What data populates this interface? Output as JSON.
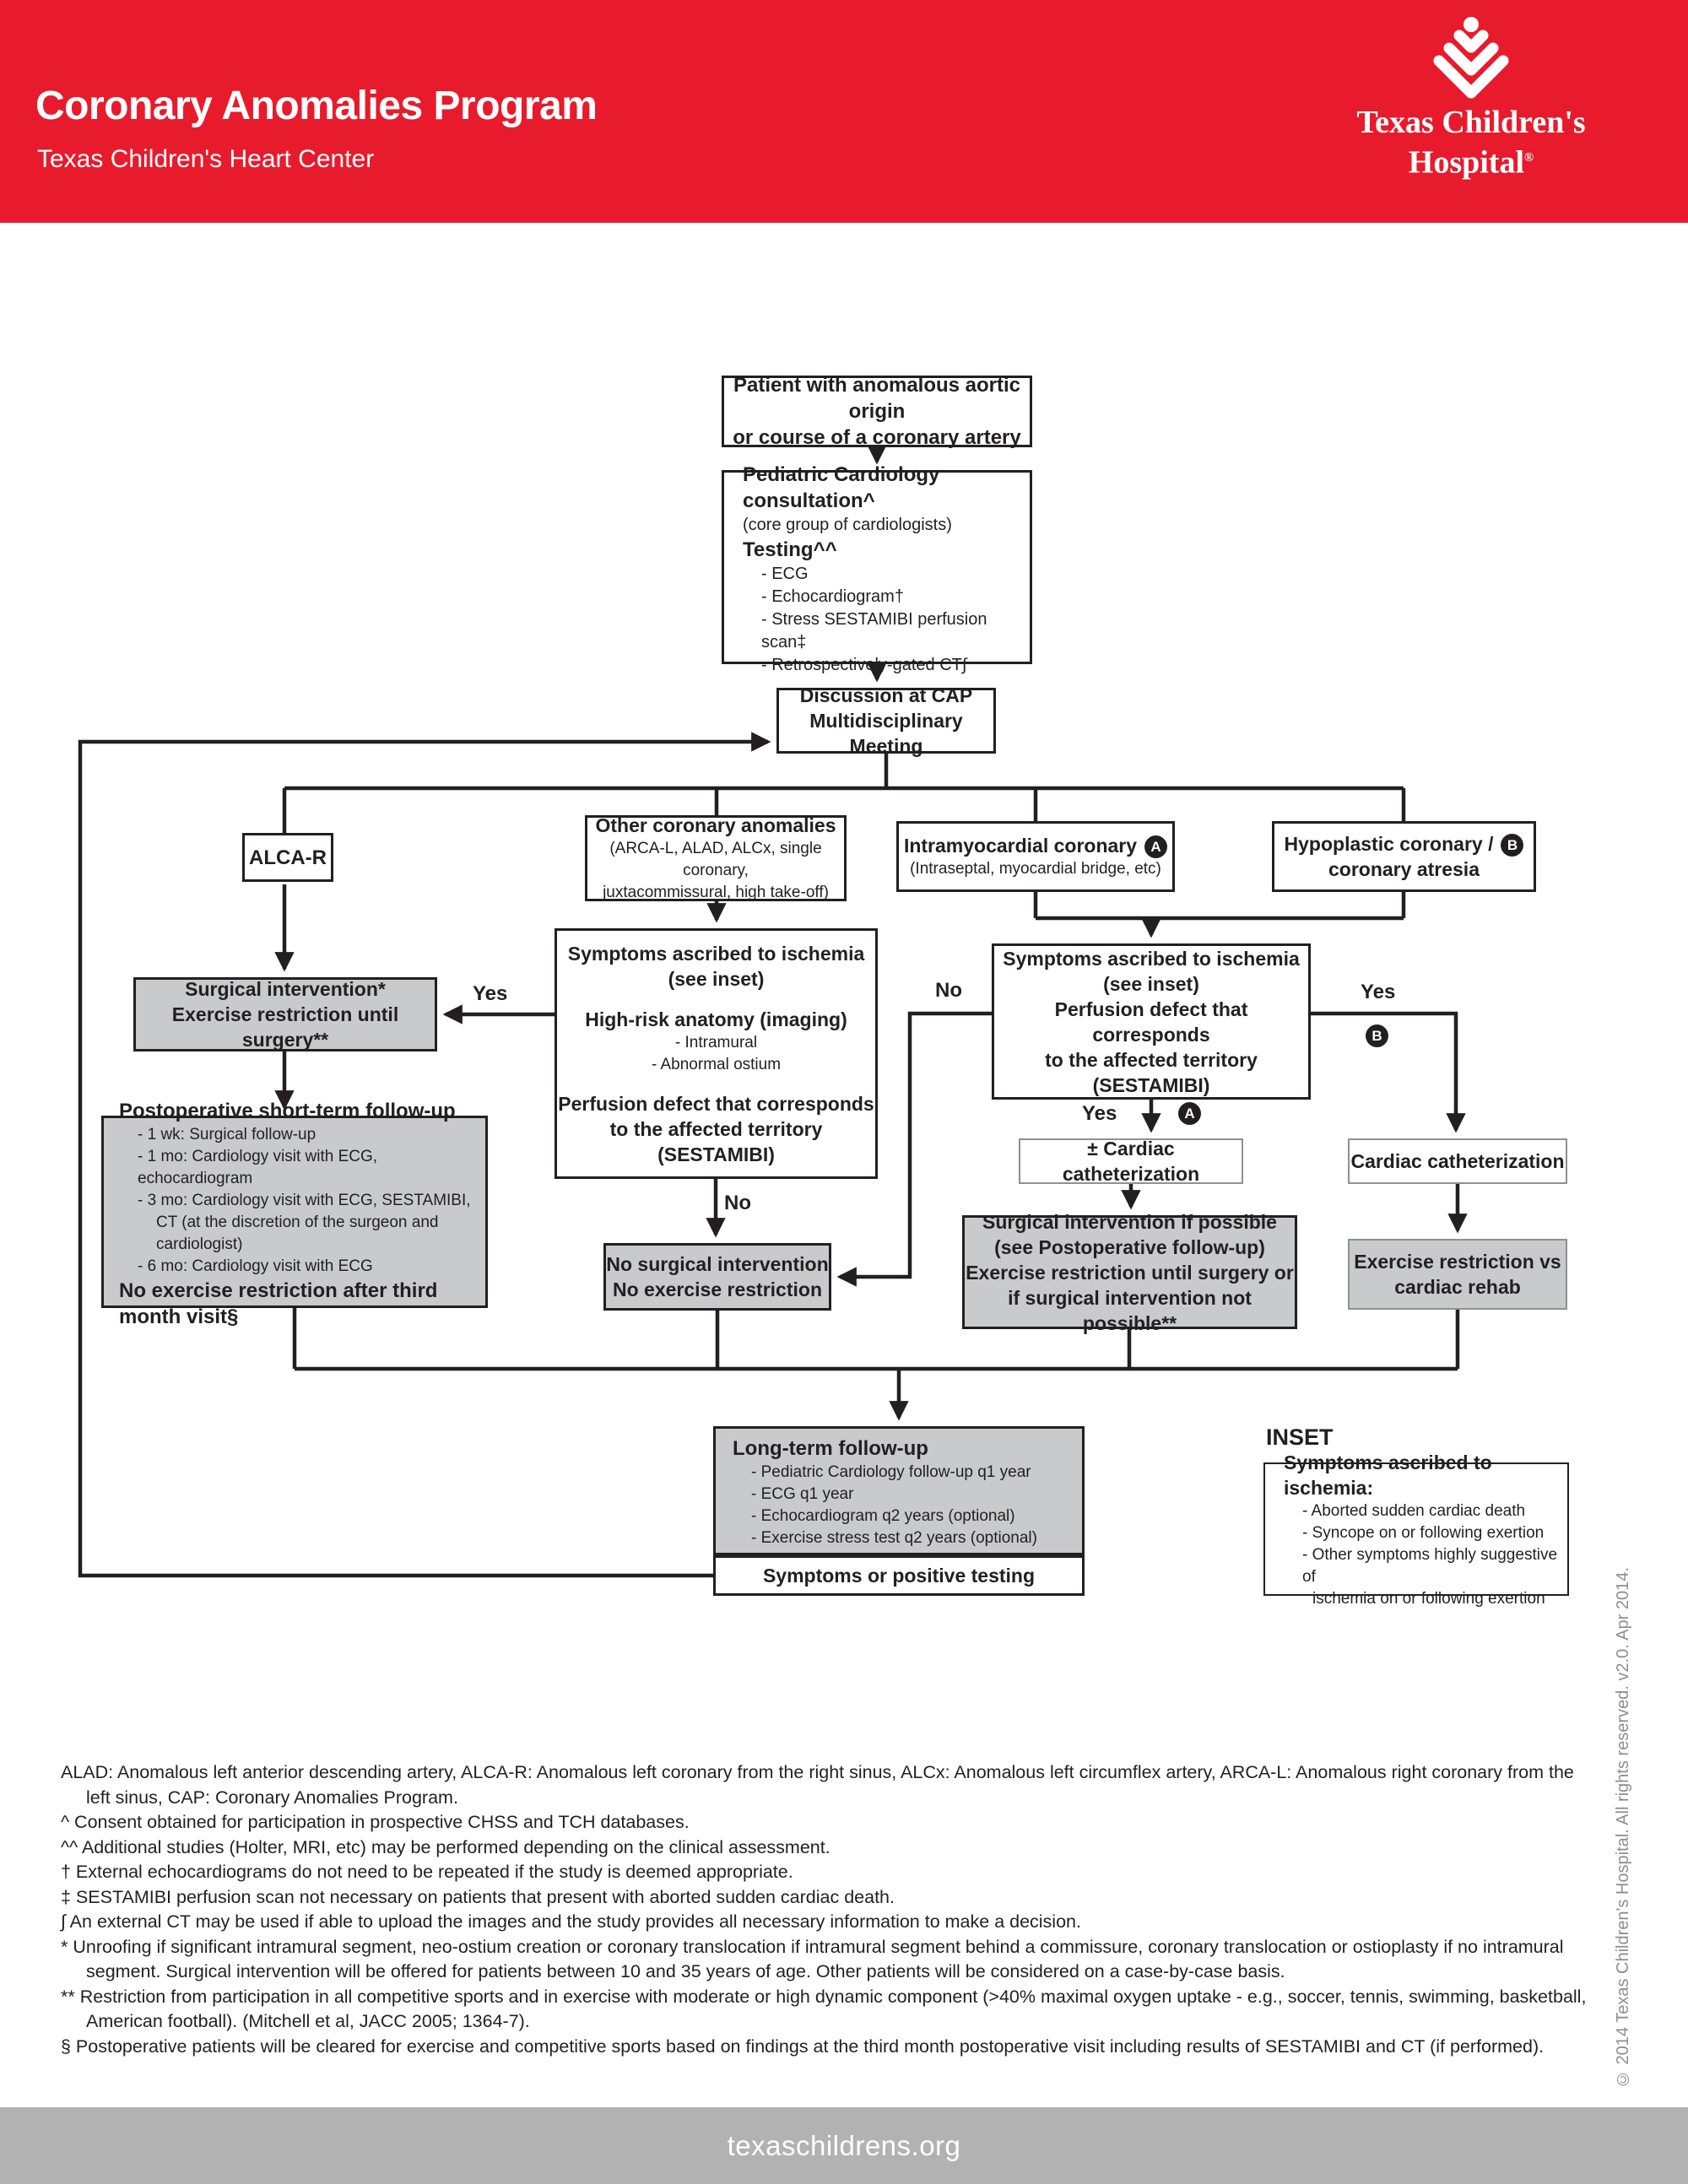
{
  "header": {
    "title": "Coronary Anomalies Program",
    "subtitle": "Texas Children's Heart Center",
    "logo_line1": "Texas Children's",
    "logo_line2": "Hospital",
    "logo_reg": "®",
    "bg_color": "#e81b2c"
  },
  "nodes": {
    "patient": {
      "line1": "Patient with anomalous aortic origin",
      "line2": "or course of a coronary artery"
    },
    "consult": {
      "title": "Pediatric Cardiology consultation^",
      "subtitle": "(core group of cardiologists)",
      "testing_title": "Testing^^",
      "tests": [
        "- ECG",
        "- Echocardiogram†",
        "- Stress SESTAMIBI perfusion scan‡",
        "- Retrospectively-gated CT∫"
      ]
    },
    "cap": {
      "line1": "Discussion at CAP",
      "line2": "Multidisciplinary Meeting"
    },
    "alcar": {
      "label": "ALCA-R"
    },
    "other": {
      "title": "Other coronary anomalies",
      "sub1": "(ARCA-L, ALAD, ALCx, single coronary,",
      "sub2": "juxtacommissural, high take-off)"
    },
    "intra": {
      "title": "Intramyocardial coronary",
      "badge": "A",
      "sub": "(Intraseptal, myocardial bridge, etc)"
    },
    "hypo": {
      "line1": "Hypoplastic coronary /",
      "badge": "B",
      "line2": "coronary atresia"
    },
    "lsym": {
      "line1": "Symptoms ascribed to ischemia",
      "line2": "(see inset)",
      "line3": "High-risk anatomy (imaging)",
      "items": [
        "- Intramural",
        "- Abnormal ostium"
      ],
      "line4": "Perfusion defect that corresponds",
      "line5": "to the affected territory (SESTAMIBI)"
    },
    "surgical": {
      "line1": "Surgical intervention*",
      "line2": "Exercise restriction until surgery**"
    },
    "rsym": {
      "line1": "Symptoms ascribed to ischemia",
      "line2": "(see inset)",
      "line3": "Perfusion defect that corresponds",
      "line4": "to the affected territory (SESTAMIBI)"
    },
    "postop": {
      "title": "Postoperative short-term follow-up",
      "items": [
        "- 1 wk: Surgical follow-up",
        "- 1 mo: Cardiology visit with ECG, echocardiogram",
        "- 3 mo: Cardiology visit with ECG, SESTAMIBI,",
        "CT (at the discretion of the surgeon and cardiologist)",
        "- 6 mo: Cardiology visit with ECG"
      ],
      "footer": "No exercise restriction after third month visit§"
    },
    "pmcath": {
      "label": "± Cardiac catheterization"
    },
    "cath": {
      "label": "Cardiac catheterization"
    },
    "nosurg": {
      "line1": "No surgical intervention",
      "line2": "No exercise restriction"
    },
    "surgif": {
      "line1": "Surgical intervention if possible",
      "line2": "(see Postoperative follow-up)",
      "line3": "Exercise restriction until surgery or",
      "line4": "if surgical intervention not possible**"
    },
    "exrehab": {
      "line1": "Exercise restriction vs",
      "line2": "cardiac rehab"
    },
    "longterm": {
      "title": "Long-term follow-up",
      "items": [
        "- Pediatric Cardiology follow-up q1 year",
        "- ECG q1 year",
        "- Echocardiogram q2 years (optional)",
        "- Exercise stress test q2 years (optional)"
      ]
    },
    "sympos": {
      "label": "Symptoms or positive testing"
    }
  },
  "labels": {
    "yes_left": "Yes",
    "no_mid": "No",
    "no_right": "No",
    "yes_right": "Yes",
    "yes_a": "Yes",
    "badge_a": "A",
    "badge_b": "B",
    "inset_title": "INSET"
  },
  "inset": {
    "title": "Symptoms ascribed to ischemia:",
    "items": [
      "- Aborted sudden cardiac death",
      "- Syncope on or following exertion",
      "- Other symptoms highly suggestive of",
      "ischemia on or following exertion"
    ]
  },
  "footnotes": [
    "ALAD: Anomalous left anterior descending artery, ALCA-R: Anomalous left coronary from the right sinus, ALCx: Anomalous left circumflex artery, ARCA-L: Anomalous right coronary from the left sinus, CAP: Coronary Anomalies Program.",
    "^ Consent obtained for participation in prospective CHSS and TCH databases.",
    "^^ Additional studies (Holter, MRI, etc) may be performed depending on the clinical assessment.",
    "† External echocardiograms do not need to be repeated if the study is deemed appropriate.",
    "‡ SESTAMIBI perfusion scan not necessary on patients that present with aborted sudden cardiac death.",
    "∫ An external CT may be used if able to upload the images and the study provides all necessary information to make a decision.",
    "* Unroofing if significant intramural segment, neo-ostium creation or coronary translocation if intramural segment behind a commissure, coronary translocation or ostioplasty if no intramural segment. Surgical intervention will be offered for patients between 10 and 35 years of age. Other patients will be considered on a case-by-case basis.",
    "** Restriction from participation in all competitive sports and in exercise with moderate or high dynamic component (>40% maximal oxygen uptake - e.g., soccer, tennis, swimming, basketball, American football). (Mitchell et al, JACC 2005; 1364-7).",
    "§  Postoperative patients will be cleared for exercise and competitive sports based on findings at the third month postoperative visit including results of SESTAMIBI and CT (if performed)."
  ],
  "copyright": "© 2014  Texas Children's Hospital. All rights reserved. v2.0. Apr 2014.",
  "footer": {
    "url": "texaschildrens.org"
  }
}
